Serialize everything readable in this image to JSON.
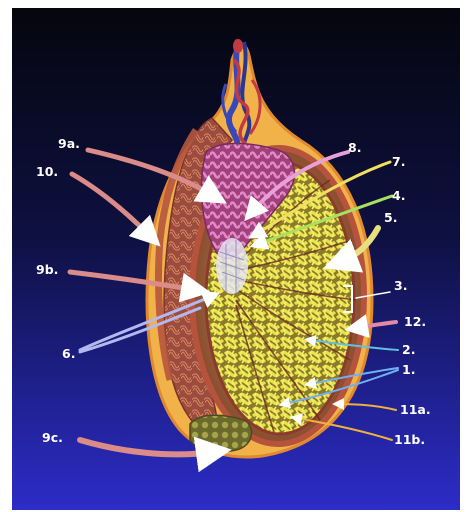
{
  "labels": {
    "l9a": "9a.",
    "l8": "8.",
    "l7": "7.",
    "l10": "10.",
    "l4": "4.",
    "l5": "5.",
    "l9b": "9b.",
    "l3": "3.",
    "l12": "12.",
    "l6": "6.",
    "l2": "2.",
    "l1": "1.",
    "l11a": "11a.",
    "l11b": "11b.",
    "l9c": "9c."
  },
  "colors": {
    "bg_top": "#05060e",
    "bg_bottom": "#2c2cc8",
    "tunica": "#f2b24a",
    "tunica_edge": "#e0892f",
    "capsule": "#b5533c",
    "tubules": "#e4de3f",
    "epididymis": "#c0634a",
    "head": "#cc6fb0",
    "vessel_blue": "#3a47b8",
    "vessel_red": "#c23a42"
  }
}
